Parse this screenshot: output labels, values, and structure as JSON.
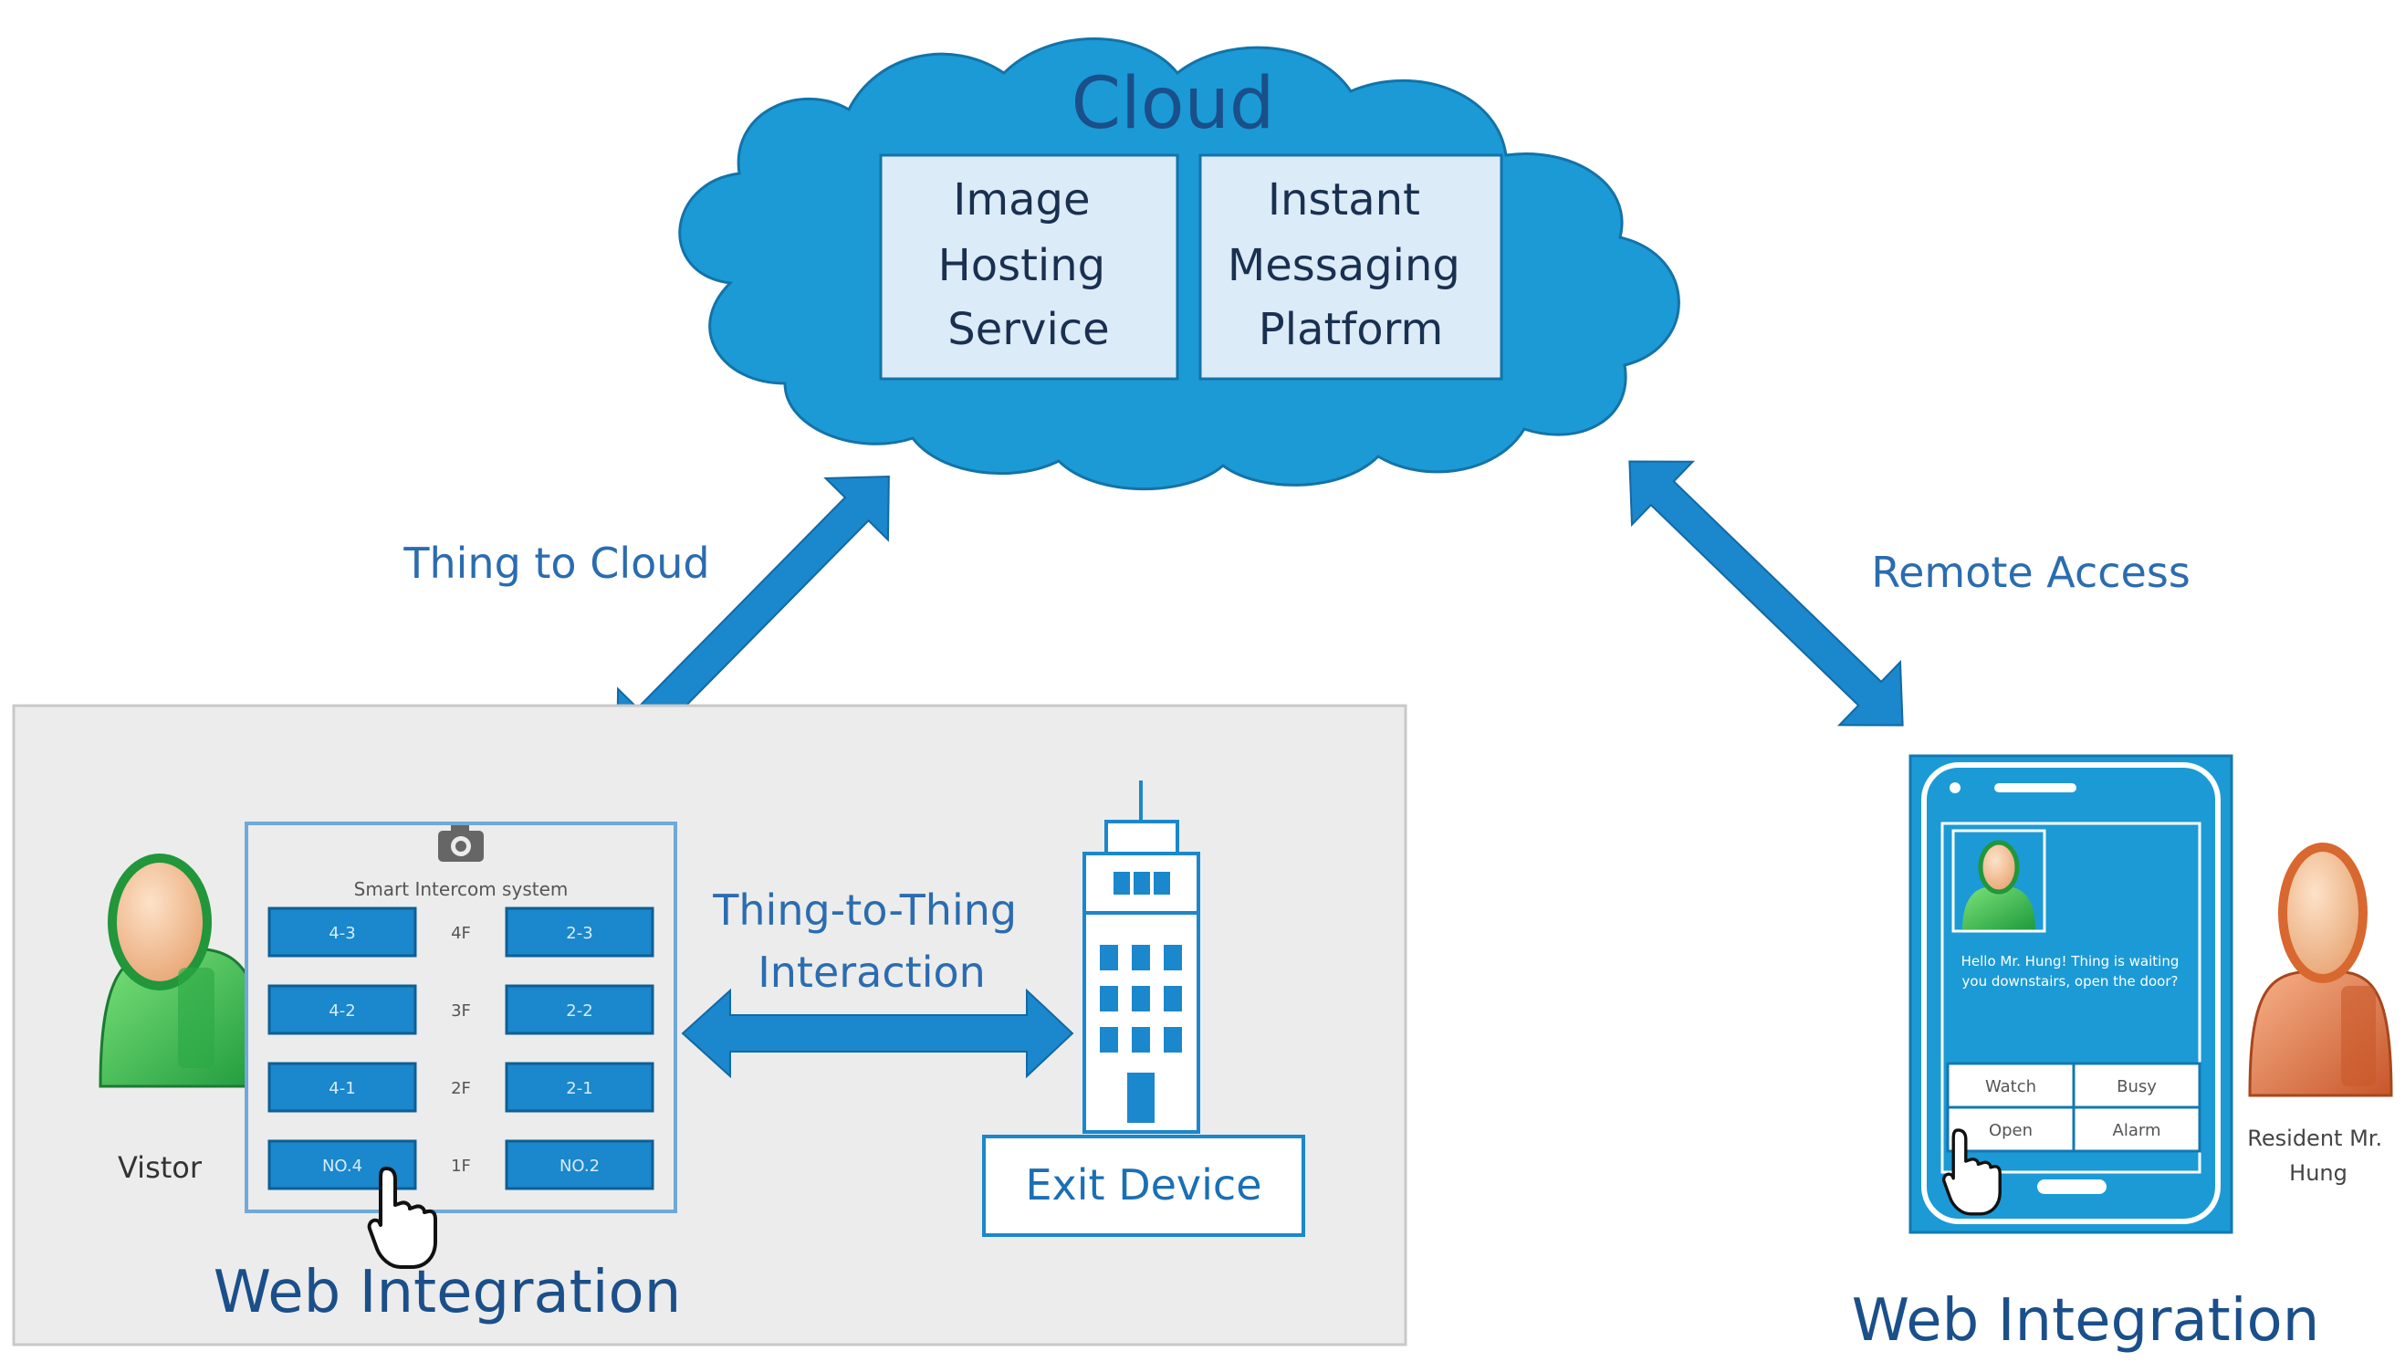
{
  "colors": {
    "cloud": "#1b9ad6",
    "cloud_box": "#dcebf8",
    "title_blue": "#1a4f8a",
    "label_blue": "#2b6cb0",
    "arrow": "#1b87cc",
    "panel": "#ececec",
    "button": "#1b87cc",
    "phone": "#1b9ad6",
    "person_green": "#3fbf5a",
    "person_orange": "#e47a43"
  },
  "cloud": {
    "title": "Cloud",
    "boxes": [
      {
        "lines": [
          "Image",
          "Hosting",
          "Service"
        ]
      },
      {
        "lines": [
          "Instant",
          "Messaging",
          "Platform"
        ]
      }
    ]
  },
  "links": {
    "thing_to_cloud": "Thing to Cloud",
    "remote_access": "Remote Access",
    "thing_to_thing": [
      "Thing-to-Thing",
      "Interaction"
    ]
  },
  "intercom": {
    "title": "Smart Intercom system",
    "camera_icon": "camera-icon",
    "rows": [
      {
        "left": "4-3",
        "floor": "4F",
        "right": "2-3"
      },
      {
        "left": "4-2",
        "floor": "3F",
        "right": "2-2"
      },
      {
        "left": "4-1",
        "floor": "2F",
        "right": "2-1"
      },
      {
        "left": "NO.4",
        "floor": "1F",
        "right": "NO.2"
      }
    ]
  },
  "visitor_label": "Vistor",
  "left_section_label": "Web Integration",
  "exit_device": "Exit Device",
  "phone": {
    "message": "Hello Mr. Hung! Thing is waiting you downstairs, open the door?",
    "buttons": [
      "Watch",
      "Busy",
      "Open",
      "Alarm"
    ]
  },
  "resident_label": [
    "Resident Mr.",
    "Hung"
  ],
  "right_section_label": "Web Integration"
}
